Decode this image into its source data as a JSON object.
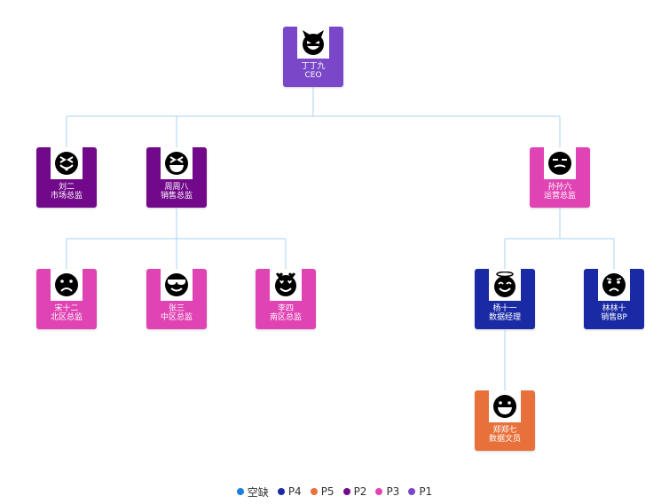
{
  "nodes": {
    "ceo": {
      "name": "丁丁九",
      "title": "CEO",
      "level": "P1",
      "face": "devil"
    },
    "liu": {
      "name": "刘二",
      "title": "市场总监",
      "level": "P2",
      "face": "tongue"
    },
    "zhou": {
      "name": "周周八",
      "title": "销售总监",
      "level": "P2",
      "face": "squint"
    },
    "sun": {
      "name": "孙孙六",
      "title": "运营总监",
      "level": "P3",
      "face": "smirk"
    },
    "song": {
      "name": "宋十二",
      "title": "北区总监",
      "level": "P3",
      "face": "sad"
    },
    "zhang": {
      "name": "张三",
      "title": "中区总监",
      "level": "P3",
      "face": "cool"
    },
    "li": {
      "name": "李四",
      "title": "南区总监",
      "level": "P3",
      "face": "hearts"
    },
    "yang": {
      "name": "杨十一",
      "title": "数据经理",
      "level": "P4",
      "face": "halo"
    },
    "lin": {
      "name": "林林十",
      "title": "销售BP",
      "level": "P4",
      "face": "frown"
    },
    "zheng": {
      "name": "郑郑七",
      "title": "数据文员",
      "level": "P5",
      "face": "grin"
    }
  },
  "legend": [
    {
      "label": "空缺",
      "color": "#1a7fe0"
    },
    {
      "label": "P4",
      "color": "#1a2aa5"
    },
    {
      "label": "P5",
      "color": "#e8703a"
    },
    {
      "label": "P2",
      "color": "#71098a"
    },
    {
      "label": "P3",
      "color": "#e043b3"
    },
    {
      "label": "P1",
      "color": "#7a47c8"
    }
  ],
  "level_colors": {
    "P1": "#7a47c8",
    "P2": "#71098a",
    "P3": "#e043b3",
    "P4": "#1a2aa5",
    "P5": "#e8703a",
    "空缺": "#1a7fe0"
  },
  "connector_color": "#a9d3f5"
}
